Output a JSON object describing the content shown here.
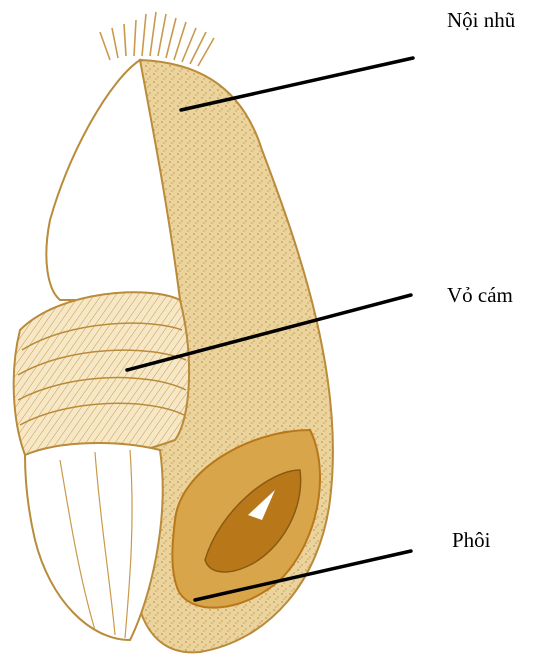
{
  "labels": [
    {
      "text": "Nội nhũ"
    },
    {
      "text": "Vỏ cám"
    },
    {
      "text": "Phôi"
    }
  ],
  "colors": {
    "outline": "#b98b3a",
    "endosperm": "#e9cf98",
    "endosperm_speckle": "#c79a4a",
    "bran": "#f3e2b8",
    "embryo": "#d9a54a",
    "embryo_dark": "#b8781a",
    "leader": "#000000"
  },
  "icons": [
    "grain-diagram-icon"
  ]
}
